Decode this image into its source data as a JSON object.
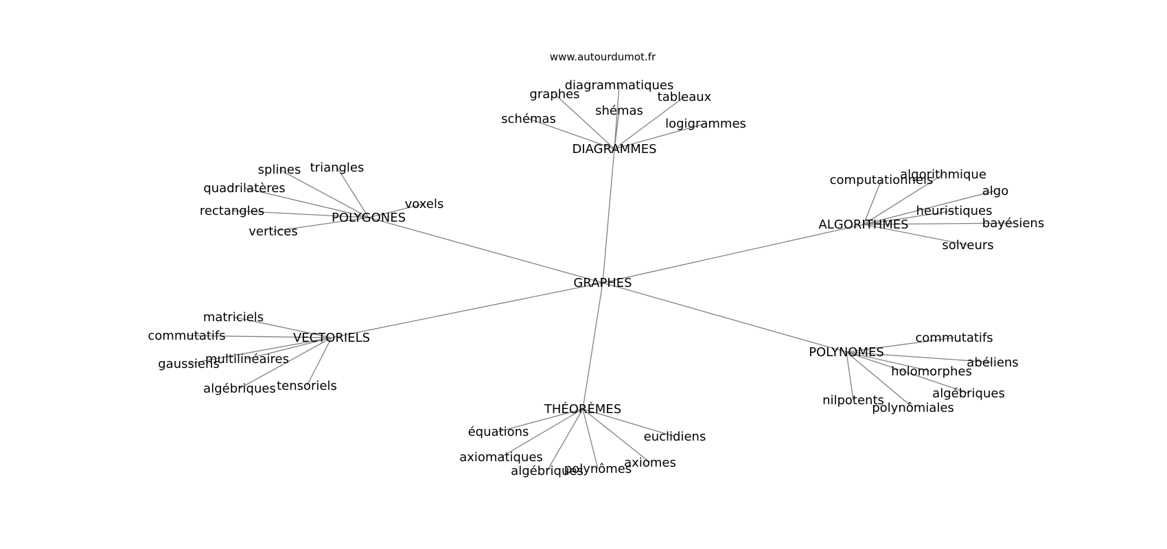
{
  "source_url": "www.autourdumot.fr",
  "center": "GRAPHES",
  "clusters": [
    {
      "hub": "DIAGRAMMES",
      "leaves": [
        "diagrammatiques",
        "graphes",
        "shémas",
        "tableaux",
        "schémas",
        "logigrammes"
      ]
    },
    {
      "hub": "POLYGONES",
      "leaves": [
        "splines",
        "triangles",
        "quadrilatères",
        "voxels",
        "rectangles",
        "vertices"
      ]
    },
    {
      "hub": "ALGORITHMES",
      "leaves": [
        "computationnels",
        "algorithmique",
        "algo",
        "heuristiques",
        "bayésiens",
        "solveurs"
      ]
    },
    {
      "hub": "VECTORIELS",
      "leaves": [
        "matriciels",
        "commutatifs",
        "multilinéaires",
        "gaussiens",
        "algébriques",
        "tensoriels"
      ]
    },
    {
      "hub": "POLYNOMES",
      "leaves": [
        "commutatifs",
        "abéliens",
        "holomorphes",
        "algébriques",
        "nilpotents",
        "polynômiales"
      ]
    },
    {
      "hub": "THÉORÈMES",
      "leaves": [
        "équations",
        "euclidiens",
        "axiomatiques",
        "axiomes",
        "algébriques",
        "polynômes"
      ]
    }
  ]
}
